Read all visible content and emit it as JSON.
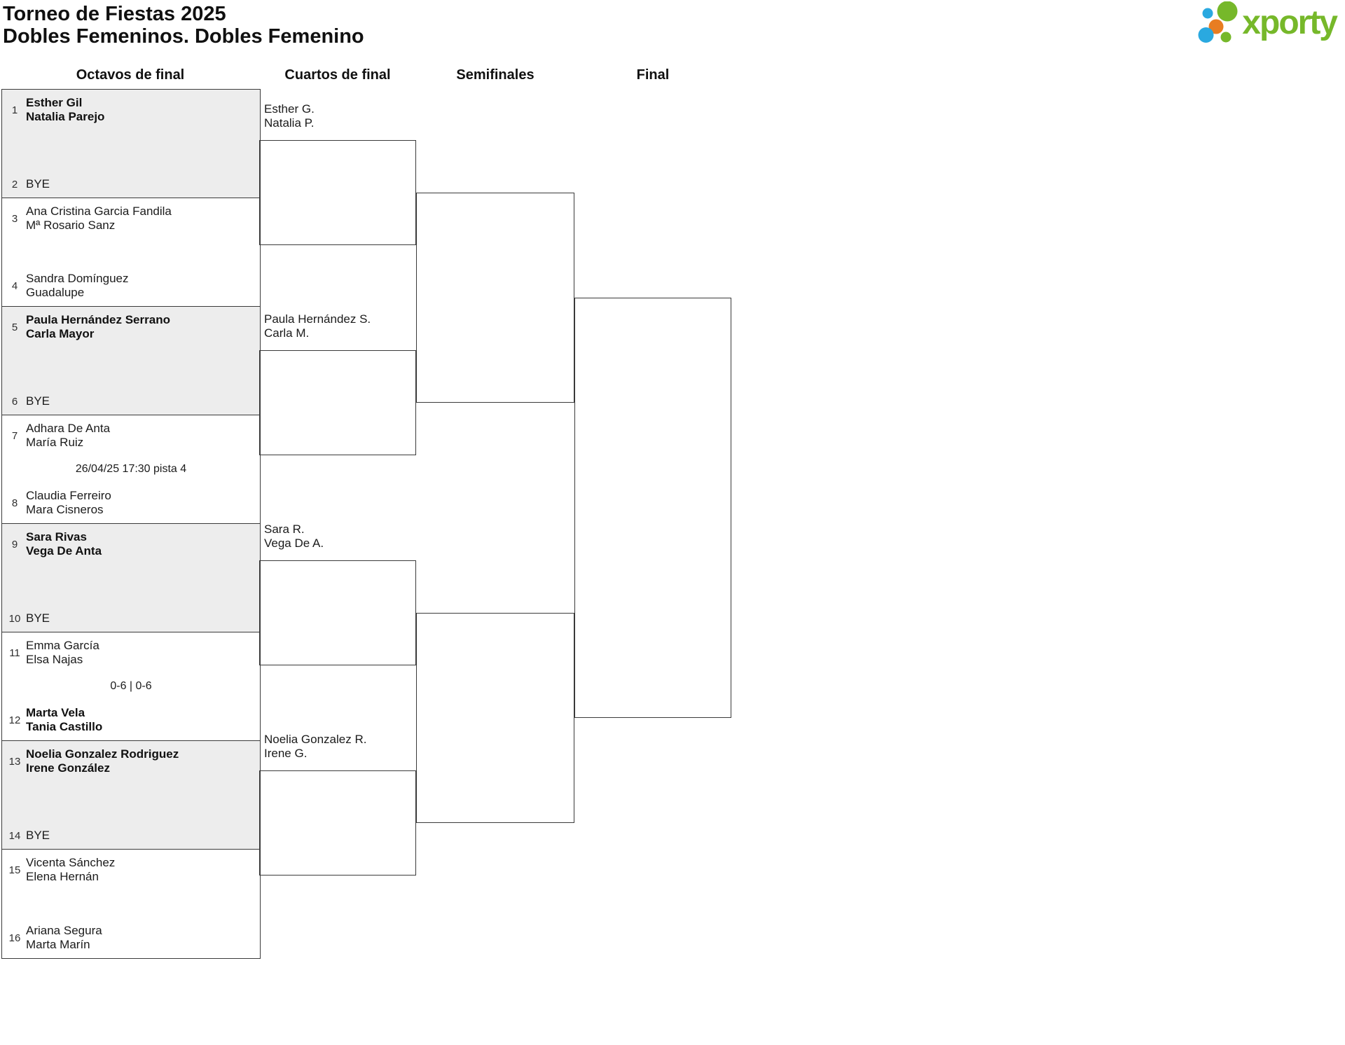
{
  "title": "Torneo de Fiestas 2025",
  "subtitle": "Dobles Femeninos. Dobles Femenino",
  "logo": {
    "text": "xporty",
    "green": "#76b82a",
    "blue": "#2aa9e0",
    "orange": "#e87d22"
  },
  "colors": {
    "bye_fill": "#ededed",
    "line": "#3a3a3a",
    "title_text": "#101010"
  },
  "rounds": {
    "octavos": "Octavos de final",
    "cuartos": "Cuartos de final",
    "semifinales": "Semifinales",
    "final": "Final"
  },
  "matches": [
    {
      "top_seed": "1",
      "top1": "Esther Gil",
      "top2": "Natalia Parejo",
      "top_winner": true,
      "bot_seed": "2",
      "bot1": "BYE",
      "bot2": "",
      "bot_winner": false,
      "bye": true,
      "note": ""
    },
    {
      "top_seed": "3",
      "top1": "Ana Cristina Garcia Fandila",
      "top2": "Mª Rosario Sanz",
      "top_winner": false,
      "bot_seed": "4",
      "bot1": "Sandra Domínguez",
      "bot2": "Guadalupe",
      "bot_winner": false,
      "bye": false,
      "note": ""
    },
    {
      "top_seed": "5",
      "top1": "Paula Hernández Serrano",
      "top2": "Carla Mayor",
      "top_winner": true,
      "bot_seed": "6",
      "bot1": "BYE",
      "bot2": "",
      "bot_winner": false,
      "bye": true,
      "note": ""
    },
    {
      "top_seed": "7",
      "top1": "Adhara De Anta",
      "top2": "María Ruiz",
      "top_winner": false,
      "bot_seed": "8",
      "bot1": "Claudia Ferreiro",
      "bot2": "Mara Cisneros",
      "bot_winner": false,
      "bye": false,
      "note": "26/04/25 17:30 pista 4"
    },
    {
      "top_seed": "9",
      "top1": "Sara Rivas",
      "top2": "Vega De Anta",
      "top_winner": true,
      "bot_seed": "10",
      "bot1": "BYE",
      "bot2": "",
      "bot_winner": false,
      "bye": true,
      "note": ""
    },
    {
      "top_seed": "11",
      "top1": "Emma García",
      "top2": "Elsa Najas",
      "top_winner": false,
      "bot_seed": "12",
      "bot1": "Marta Vela",
      "bot2": "Tania Castillo",
      "bot_winner": true,
      "bye": false,
      "note": "0-6 | 0-6"
    },
    {
      "top_seed": "13",
      "top1": "Noelia Gonzalez Rodriguez",
      "top2": "Irene González",
      "top_winner": true,
      "bot_seed": "14",
      "bot1": "BYE",
      "bot2": "",
      "bot_winner": false,
      "bye": true,
      "note": ""
    },
    {
      "top_seed": "15",
      "top1": "Vicenta Sánchez",
      "top2": "Elena Hernán",
      "top_winner": false,
      "bot_seed": "16",
      "bot1": "Ariana Segura",
      "bot2": "Marta Marín",
      "bot_winner": false,
      "bye": false,
      "note": ""
    }
  ],
  "quarterfinals": [
    {
      "team1": "Esther G.",
      "team2": "Natalia P."
    },
    {
      "team1": "Paula Hernández S.",
      "team2": "Carla M."
    },
    {
      "team1": "Sara R.",
      "team2": "Vega De A."
    },
    {
      "team1": "Noelia Gonzalez R.",
      "team2": "Irene G."
    }
  ]
}
